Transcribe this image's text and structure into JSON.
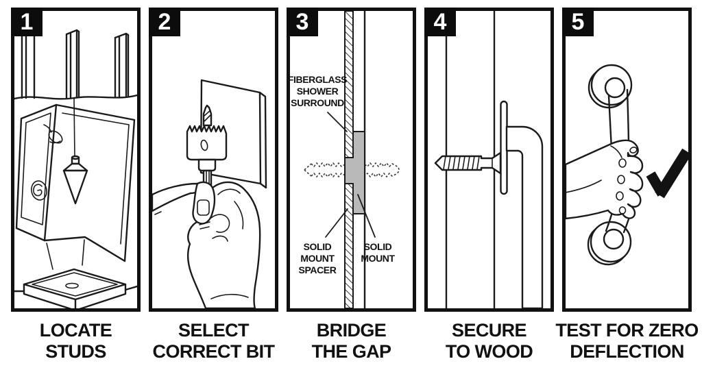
{
  "steps": [
    {
      "number": "1",
      "caption": [
        "LOCATE",
        "STUDS"
      ],
      "illustration": "shower-stall-with-hanging-plumb-bob-and-wall-studs"
    },
    {
      "number": "2",
      "caption": [
        "SELECT",
        "CORRECT BIT"
      ],
      "illustration": "hand-holding-hole-saw-bit-in-front-of-tile"
    },
    {
      "number": "3",
      "caption": [
        "BRIDGE",
        "THE GAP"
      ],
      "illustration": "wall-cross-section-with-spacer-bridging-gap-and-screw",
      "labels": {
        "surround": [
          "FIBERGLASS",
          "SHOWER",
          "SURROUND"
        ],
        "spacer": [
          "SOLID",
          "MOUNT",
          "SPACER"
        ],
        "solid_mount": [
          "SOLID",
          "MOUNT"
        ]
      }
    },
    {
      "number": "4",
      "caption": [
        "SECURE",
        "TO WOOD"
      ],
      "illustration": "screw-fastening-grab-bar-flange-into-wood"
    },
    {
      "number": "5",
      "caption": [
        "TEST FOR ZERO",
        "DEFLECTION"
      ],
      "illustration": "hand-gripping-grab-bar-with-checkmark"
    }
  ],
  "icons": {
    "checkmark": "✓"
  },
  "colors": {
    "ink": "#1a1a1a",
    "background": "#ffffff",
    "badge_background": "#0c0c0c",
    "badge_number": "#ffffff",
    "spacer_gray": "#b9b9b9"
  }
}
